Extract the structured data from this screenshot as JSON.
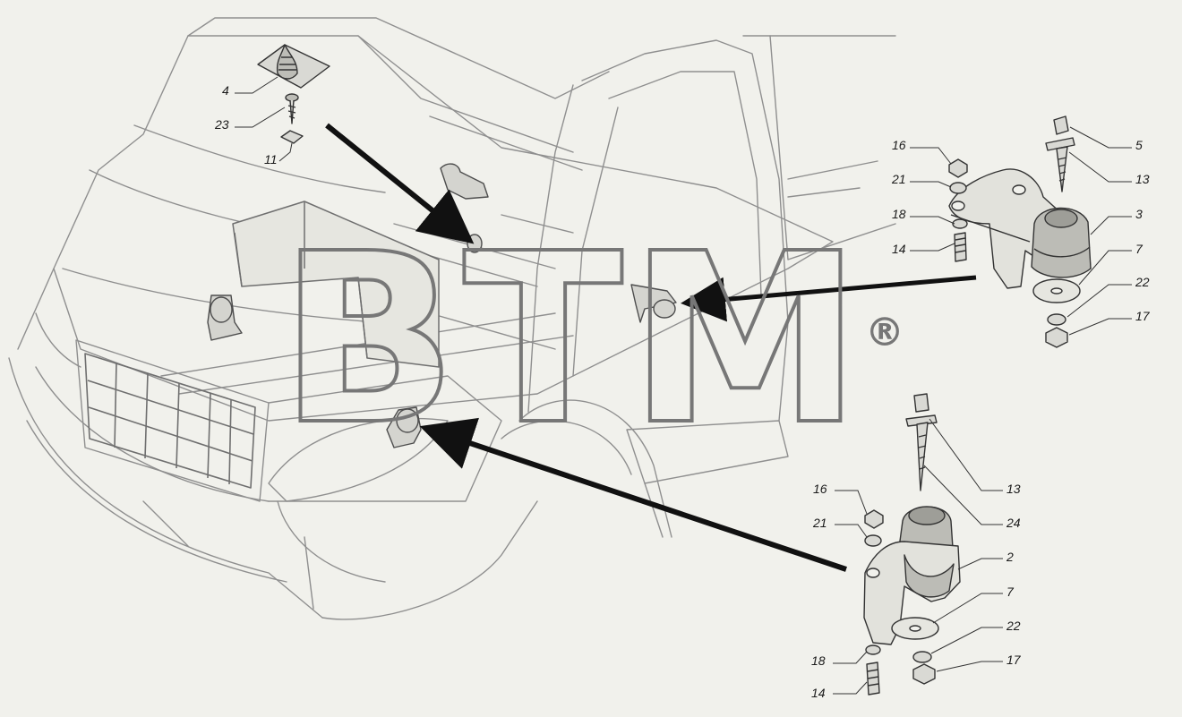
{
  "watermark": {
    "text": "BTM",
    "mark": "®"
  },
  "colors": {
    "background": "#f1f1ec",
    "line": "#8a8a8a",
    "ink": "#1a1a1a",
    "part_fill": "#d9d9d4",
    "watermark_stroke": "#777777"
  },
  "callouts": [
    "4",
    "23",
    "11",
    "16",
    "21",
    "18",
    "14",
    "5",
    "13",
    "3",
    "7",
    "22",
    "17",
    "16",
    "21",
    "13",
    "24",
    "2",
    "7",
    "22",
    "18",
    "17",
    "14"
  ]
}
